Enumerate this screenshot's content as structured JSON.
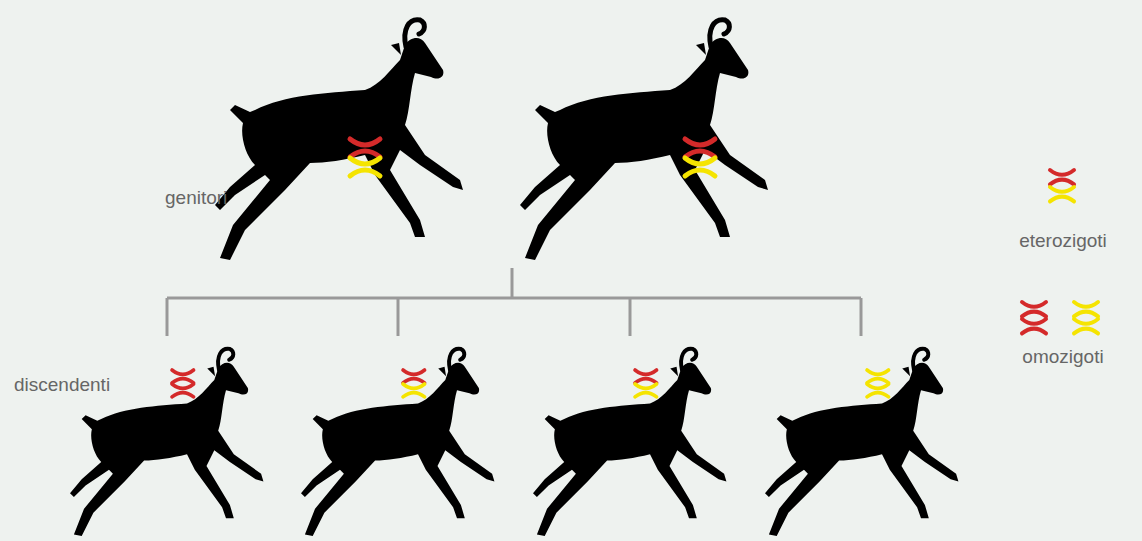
{
  "diagram": {
    "labels": [
      "genitori",
      "discendenti"
    ],
    "legend": [
      {
        "text": "eterozigoti"
      },
      {
        "text": "omozigoti"
      }
    ]
  }
}
